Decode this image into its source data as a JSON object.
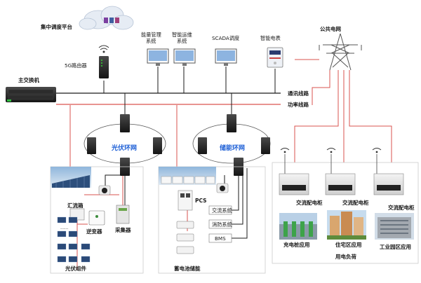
{
  "top": {
    "cloud_label": "集中调度平台",
    "router_label": "5G路由器",
    "switch_label": "主交换机",
    "ems_label": "能量管理系统",
    "ems_label_l1": "能量管理",
    "ems_label_l2": "系统",
    "om_label": "智能运维系统",
    "om_label_l1": "智能运维",
    "om_label_l2": "系统",
    "scada_label": "SCADA调度",
    "meter_label": "智能电表",
    "grid_label": "公共电网"
  },
  "lines": {
    "comm_label": "通讯线路",
    "power_label": "功率线路"
  },
  "rings": {
    "pv_ring": "光伏环网",
    "storage_ring": "储能环网"
  },
  "pv": {
    "combiner_label": "汇流箱",
    "inverter_label": "逆变器",
    "collector_label": "采集器",
    "modules_label": "光伏组件",
    "dots": "......"
  },
  "storage": {
    "pcs_label": "PCS",
    "ac_label": "交流系统",
    "fire_label": "消防系统",
    "bms_label": "BMS",
    "battery_label": "蓄电池储能"
  },
  "load": {
    "ac_cabinet_label": "交流配电柜",
    "ev_label": "充电桩应用",
    "residential_label": "住宅区应用",
    "industrial_label": "工业园区应用",
    "group_label": "用电负荷"
  },
  "colors": {
    "comm_line": "#1a1a1a",
    "power_line": "#d9534f",
    "ring_text": "#1d5fd6",
    "panel_border": "#cccccc"
  }
}
